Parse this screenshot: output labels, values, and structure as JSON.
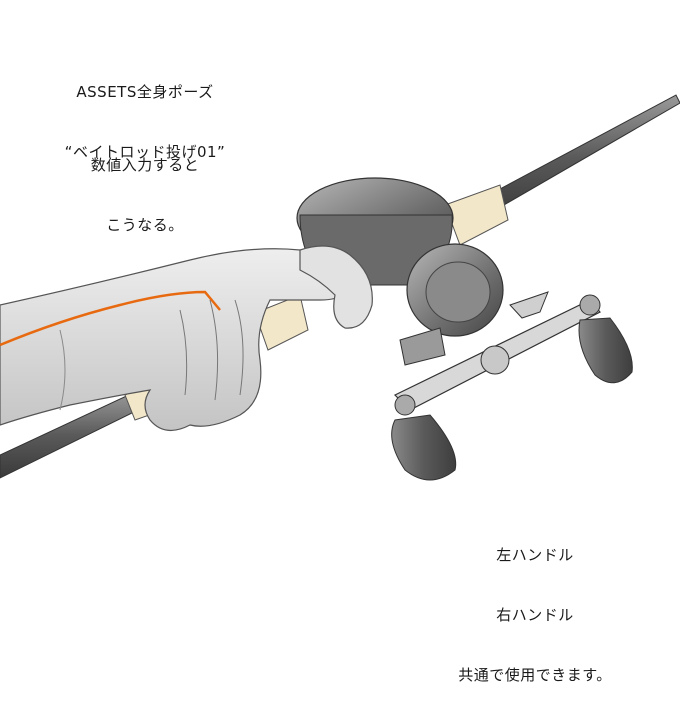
{
  "captions": {
    "line1": "ASSETS全身ポーズ",
    "line2": "“ベイトロッド投げ01”",
    "line3": "数値入力すると",
    "line4": "こうなる。",
    "line5": "左ハンドル",
    "line6": "右ハンドル",
    "line7": "共通で使用できます。"
  },
  "colors": {
    "background": "#ffffff",
    "rod": "#5c5c5c",
    "grip": "#f2e6c8",
    "reel": "#7a7a7a",
    "hand": "#d9d9d9",
    "accent_line": "#e86a10"
  },
  "icons": [
    "rod-illustration",
    "reel-illustration",
    "hand-illustration"
  ]
}
